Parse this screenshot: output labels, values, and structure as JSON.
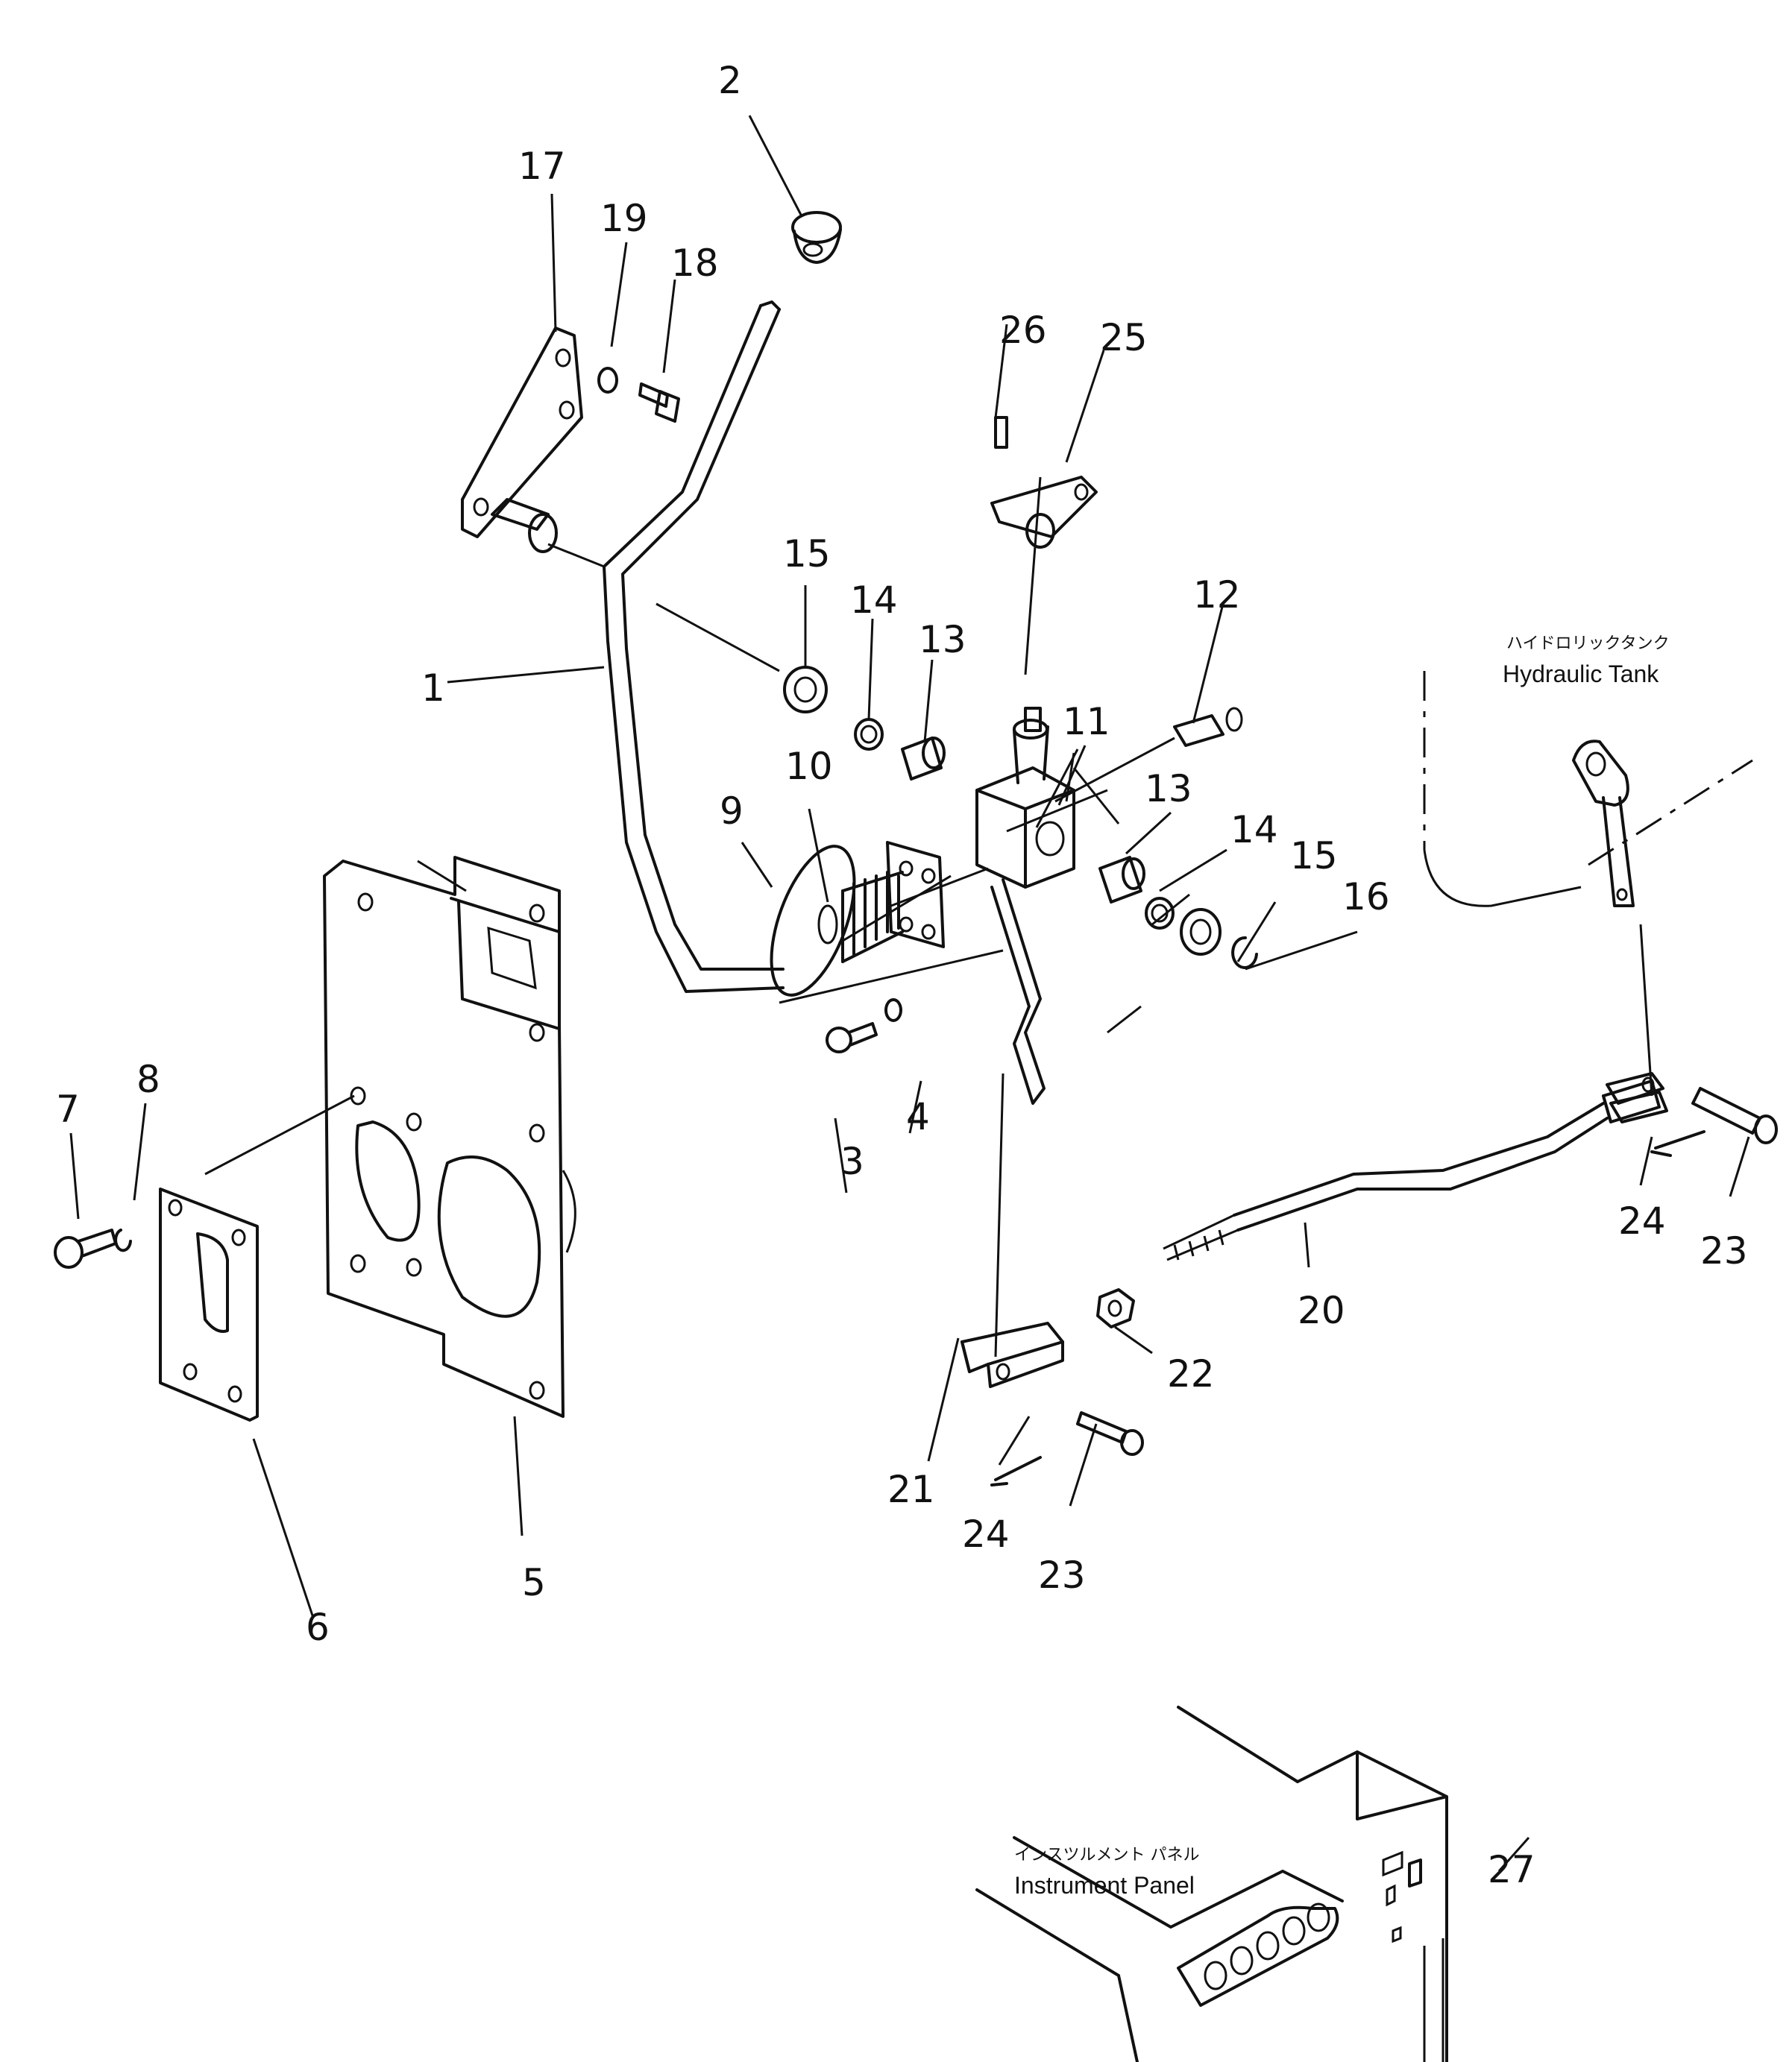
{
  "callouts": [
    "1",
    "2",
    "3",
    "4",
    "5",
    "6",
    "7",
    "8",
    "9",
    "10",
    "11",
    "12",
    "13",
    "14",
    "15",
    "16",
    "17",
    "18",
    "19",
    "20",
    "21",
    "22",
    "23",
    "24",
    "25",
    "26",
    "27"
  ],
  "repeat_callouts": {
    "13b": "13",
    "14b": "14",
    "15b": "15",
    "23b": "23",
    "24b": "24"
  },
  "hydraulic_tank": {
    "jp": "ハイドロリックタンク",
    "en": "Hydraulic Tank"
  },
  "instrument_panel": {
    "jp": "インスツルメント パネル",
    "en": "Instrument Panel"
  }
}
